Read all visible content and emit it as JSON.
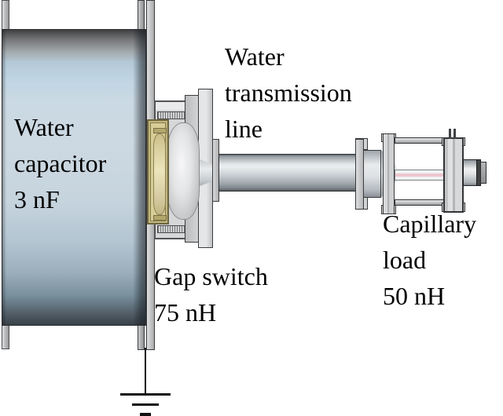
{
  "diagram": {
    "labels": {
      "capacitor": {
        "lines": [
          "Water",
          "capacitor",
          "3 nF"
        ]
      },
      "transmission_line": {
        "lines": [
          "Water",
          "transmission",
          "line"
        ]
      },
      "gap_switch": {
        "lines": [
          "Gap switch",
          "75 nH"
        ]
      },
      "capillary_load": {
        "lines": [
          "Capillary",
          "load",
          "50 nH"
        ]
      }
    },
    "components": {
      "water_capacitor": {
        "label": "Water capacitor",
        "value": "3 nF"
      },
      "gap_switch": {
        "label": "Gap switch",
        "value": "75 nH"
      },
      "water_transmission_line": {
        "label": "Water transmission line"
      },
      "capillary_load": {
        "label": "Capillary load",
        "value": "50 nH"
      },
      "ground": {
        "label": "ground-symbol"
      }
    },
    "colors": {
      "background": "#ffffff",
      "water_blue": "#cdd9e2",
      "metal_gray": "#d5d6d8",
      "insulator_tan": "#d7cd97",
      "capillary_pink": "#edc6ce",
      "text": "#000000"
    }
  }
}
